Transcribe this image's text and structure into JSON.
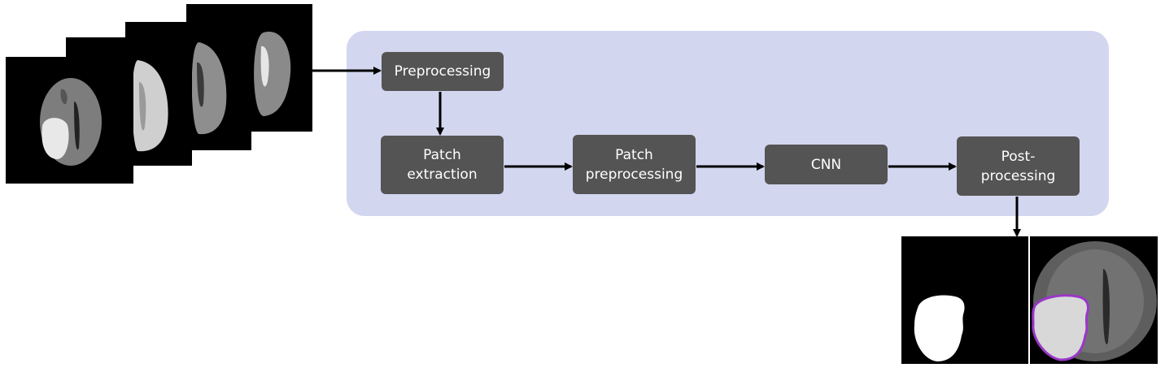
{
  "pipeline": {
    "steps": [
      {
        "id": "preprocessing",
        "label": "Preprocessing"
      },
      {
        "id": "patch-extraction",
        "label": "Patch\nextraction"
      },
      {
        "id": "patch-preprocessing",
        "label": "Patch\npreprocessing"
      },
      {
        "id": "cnn",
        "label": "CNN"
      },
      {
        "id": "post-processing",
        "label": "Post-\nprocessing"
      }
    ]
  },
  "colors": {
    "panel": "#d2d6ef",
    "box": "#545454",
    "box_text": "#ffffff",
    "arrow": "#000000",
    "contour": "#9a36c9"
  },
  "inputs": {
    "description_icon": "mri-slice-stack",
    "count": 4
  },
  "outputs": {
    "mask_icon": "segmentation-mask",
    "overlay_icon": "tumor-contour-overlay"
  }
}
